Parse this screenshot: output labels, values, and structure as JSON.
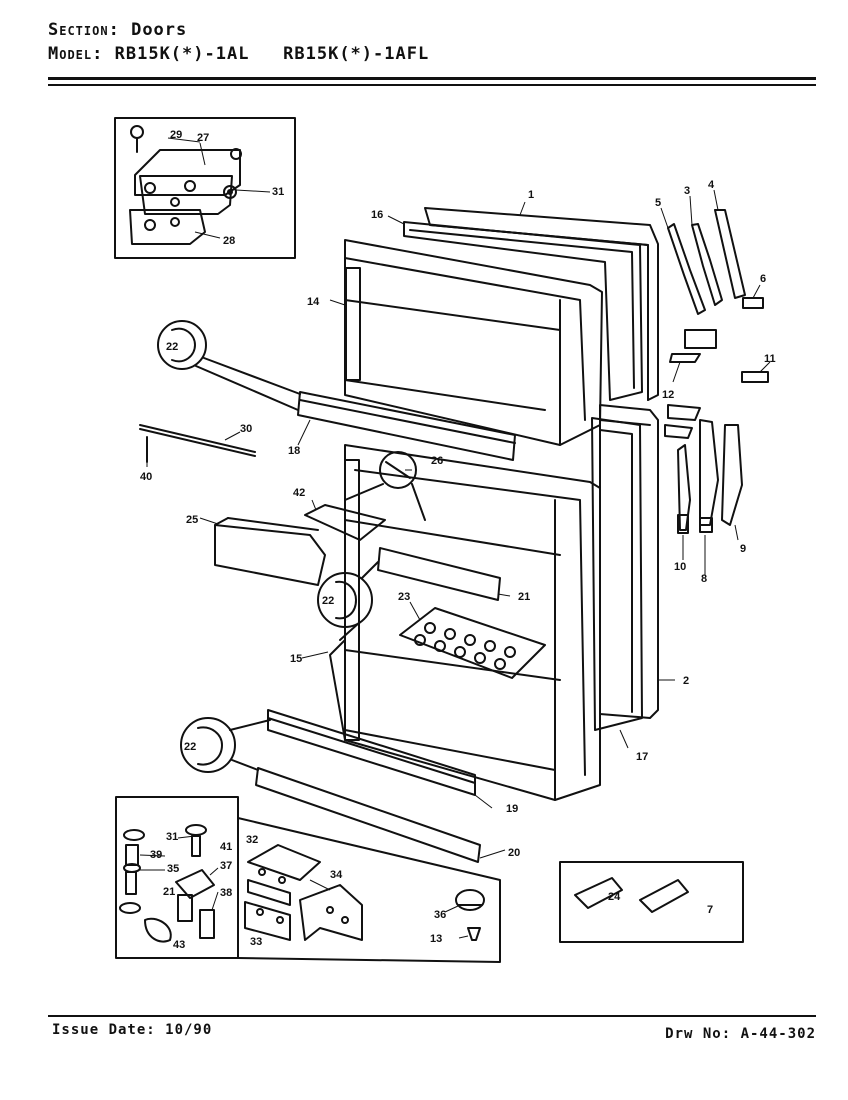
{
  "header": {
    "section_label": "Section:",
    "section_value": "Doors",
    "model_label": "Model:",
    "model_value": "RB15K(*)-1AL   RB15K(*)-1AFL"
  },
  "footer": {
    "issue_date": "Issue Date: 10/90",
    "drawing_no": "Drw No: A-44-302"
  },
  "callouts": {
    "c1": "1",
    "c2": "2",
    "c3": "3",
    "c4": "4",
    "c5": "5",
    "c6": "6",
    "c7": "7",
    "c8": "8",
    "c9": "9",
    "c10": "10",
    "c11": "11",
    "c12": "12",
    "c13": "13",
    "c14": "14",
    "c15": "15",
    "c16": "16",
    "c17": "17",
    "c18": "18",
    "c19": "19",
    "c20": "20",
    "c21": "21",
    "c22": "22",
    "c23": "23",
    "c24": "24",
    "c25": "25",
    "c26": "26",
    "c27": "27",
    "c28": "28",
    "c29": "29",
    "c30": "30",
    "c31": "31",
    "c32": "32",
    "c33": "33",
    "c34": "34",
    "c35": "35",
    "c36": "36",
    "c37": "37",
    "c38": "38",
    "c39": "39",
    "c40": "40",
    "c41": "41",
    "c42": "42",
    "c43": "43"
  }
}
